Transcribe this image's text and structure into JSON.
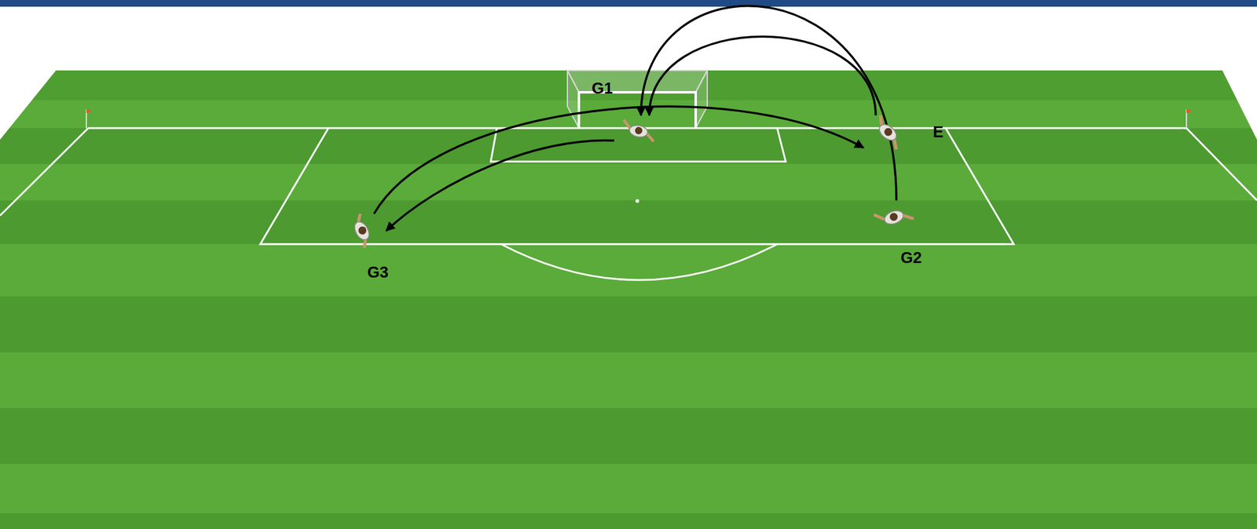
{
  "diagram": {
    "nodes": [
      {
        "text": [
          "G1"
        ]
      },
      {
        "text": [
          "E"
        ]
      },
      {
        "text": [
          "G2"
        ]
      },
      {
        "text": [
          "G3"
        ]
      }
    ],
    "edges": [
      {
        "from": 2,
        "to": 0,
        "arrow": "to"
      },
      {
        "from": 1,
        "to": 0,
        "arrow": "to"
      },
      {
        "from": 0,
        "to": 3,
        "arrow": "to"
      },
      {
        "from": 3,
        "to": 1,
        "arrow": "to"
      }
    ]
  }
}
